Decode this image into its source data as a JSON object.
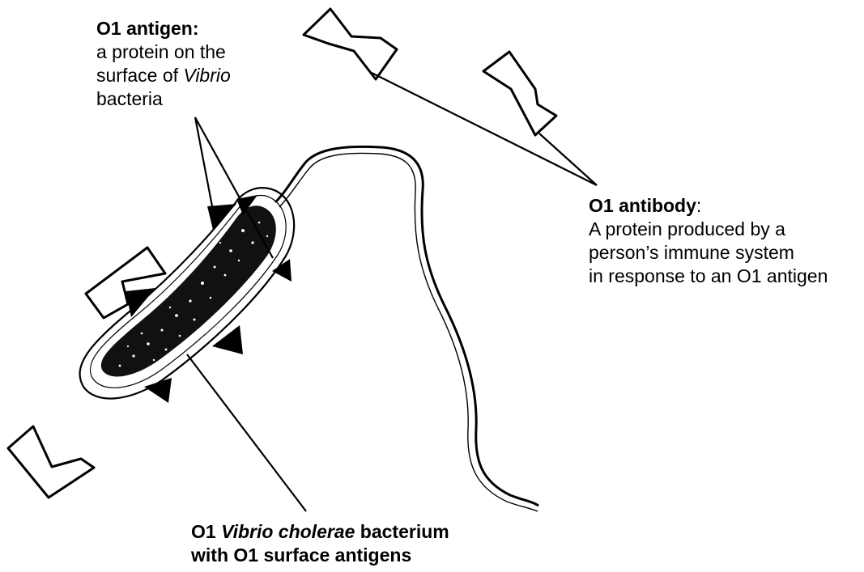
{
  "antigen_label": {
    "title": "O1 antigen:",
    "line1": "a protein on the",
    "line2_prefix": "surface of ",
    "line2_italic": "Vibrio",
    "line3": "bacteria"
  },
  "antibody_label": {
    "title": "O1 antibody",
    "colon": ":",
    "line1": "A protein produced by a",
    "line2": "person’s immune system",
    "line3": "in response to an O1 antigen"
  },
  "bacterium_label": {
    "prefix": "O1 ",
    "italic": "Vibrio cholerae",
    "suffix": " bacterium",
    "line2": "with O1 surface antigens"
  },
  "colors": {
    "ink": "#000000",
    "background": "#ffffff"
  }
}
